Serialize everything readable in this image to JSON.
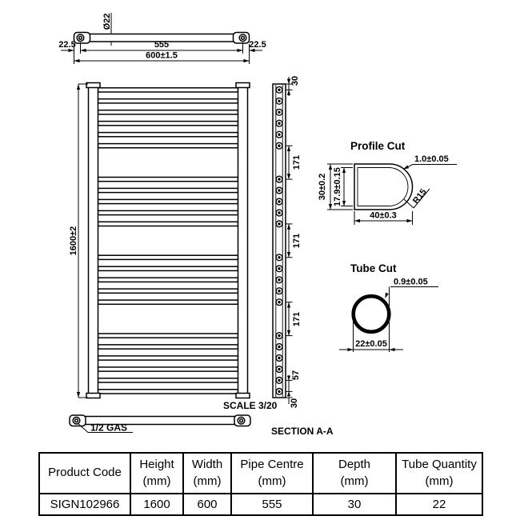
{
  "drawing": {
    "scale_label": "SCALE 3/20",
    "section_label": "SECTION A-A",
    "connection_label": "1/2 GAS",
    "top_view": {
      "tube_diameter": "Ø22",
      "left_offset": "22.5",
      "pipe_centre": "555",
      "right_offset": "22.5",
      "overall_width": "600±1.5"
    },
    "front_view": {
      "overall_height": "1600±2"
    },
    "section_view": {
      "top_offset": "30",
      "gap1": "171",
      "gap2": "171",
      "gap3": "171",
      "pitch": "57",
      "bottom_offset": "30"
    },
    "profile_cut": {
      "title": "Profile Cut",
      "outer_height": "30±0.2",
      "inner_height": "17.9±0.15",
      "width": "40±0.3",
      "wall_thickness": "1.0±0.05",
      "corner_radius": "R15"
    },
    "tube_cut": {
      "title": "Tube Cut",
      "wall_thickness": "0.9±0.05",
      "diameter": "22±0.05"
    },
    "tube_groups": [
      6,
      5,
      5,
      6
    ]
  },
  "spec_table": {
    "headers": [
      {
        "line1": "Product Code",
        "line2": ""
      },
      {
        "line1": "Height",
        "line2": "(mm)"
      },
      {
        "line1": "Width",
        "line2": "(mm)"
      },
      {
        "line1": "Pipe Centre",
        "line2": "(mm)"
      },
      {
        "line1": "Depth",
        "line2": "(mm)"
      },
      {
        "line1": "Tube Quantity",
        "line2": "(mm)"
      }
    ],
    "row": {
      "product_code": "SIGN102966",
      "height": "1600",
      "width": "600",
      "pipe_centre": "555",
      "depth": "30",
      "tube_quantity": "22"
    }
  }
}
